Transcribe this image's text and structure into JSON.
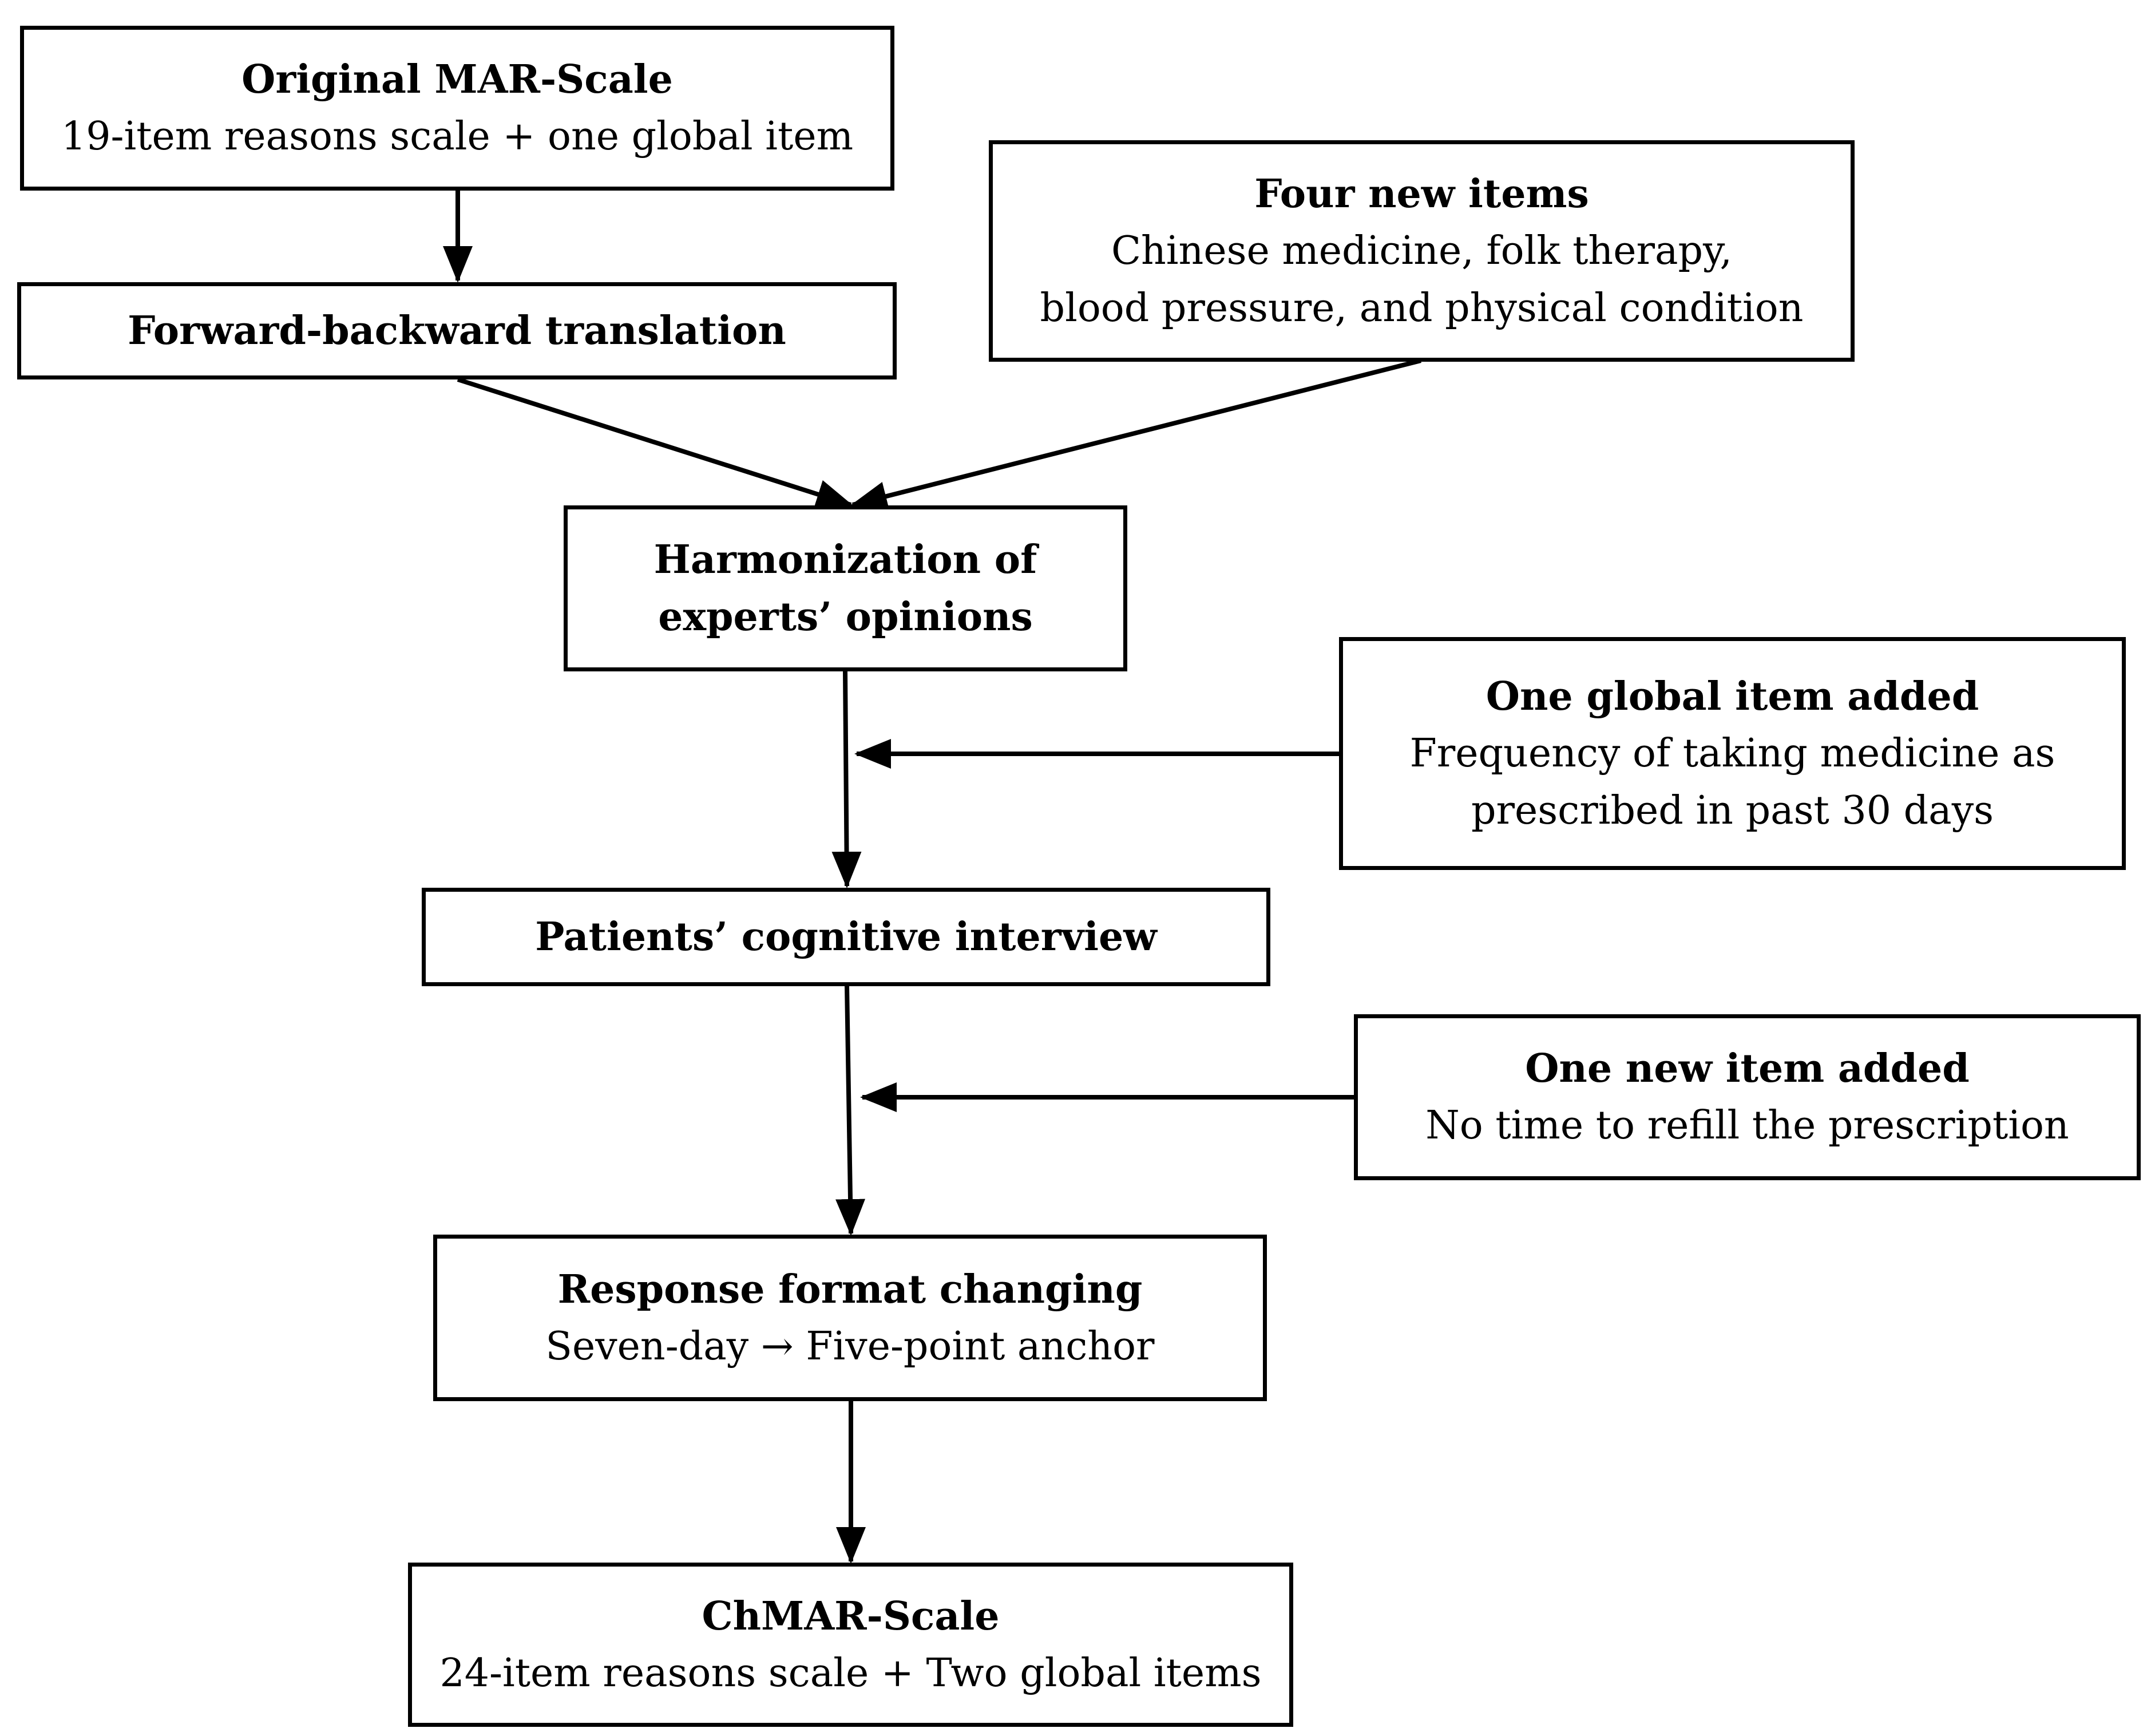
{
  "diagram": {
    "nodes": {
      "original_mar": {
        "title": "Original MAR-Scale",
        "lines": [
          "19-item reasons scale + one global item"
        ]
      },
      "forward_backward": {
        "title": "Forward-backward translation",
        "lines": []
      },
      "four_new_items": {
        "title": "Four new items",
        "lines": [
          "Chinese medicine, folk therapy,",
          "blood pressure, and physical condition"
        ]
      },
      "harmonization": {
        "title": "Harmonization of",
        "lines": [
          "experts’ opinions"
        ]
      },
      "global_item_added": {
        "title": "One global item added",
        "lines": [
          "Frequency of taking medicine as",
          "prescribed in past 30 days"
        ]
      },
      "cognitive_interview": {
        "title": "Patients’ cognitive interview",
        "lines": []
      },
      "new_item_added": {
        "title": "One new item added",
        "lines": [
          "No time to refill the prescription"
        ]
      },
      "response_format": {
        "title": "Response format changing",
        "lines": [
          "Seven-day → Five-point anchor"
        ]
      },
      "chmar": {
        "title": "ChMAR-Scale",
        "lines": [
          "24-item reasons scale + Two global items"
        ]
      }
    },
    "edges": [
      {
        "from": "original_mar",
        "to": "forward_backward"
      },
      {
        "from": "forward_backward",
        "to": "harmonization"
      },
      {
        "from": "four_new_items",
        "to": "harmonization"
      },
      {
        "from": "harmonization",
        "to": "cognitive_interview"
      },
      {
        "from": "global_item_added",
        "to": "harmonization-cognitive_interview-link"
      },
      {
        "from": "cognitive_interview",
        "to": "response_format"
      },
      {
        "from": "new_item_added",
        "to": "cognitive_interview-response_format-link"
      },
      {
        "from": "response_format",
        "to": "chmar"
      }
    ]
  }
}
